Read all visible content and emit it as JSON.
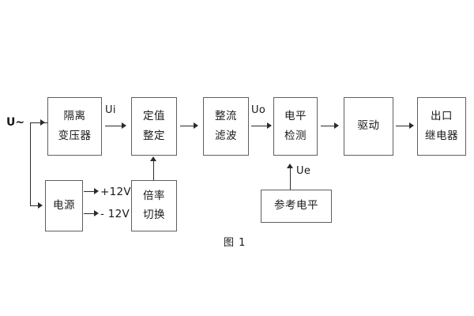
{
  "figure": {
    "caption": "图 1",
    "input_label": "U~"
  },
  "blocks": {
    "isolation_transformer": {
      "line1": "隔离",
      "line2": "变压器"
    },
    "setting_value": {
      "line1": "定值",
      "line2": "整定"
    },
    "rectify_filter": {
      "line1": "整流",
      "line2": "滤波"
    },
    "level_detect": {
      "line1": "电平",
      "line2": "检测"
    },
    "drive": {
      "line1": "驱动"
    },
    "output_relay": {
      "line1": "出口",
      "line2": "继电器"
    },
    "power_supply": {
      "line1": "电源"
    },
    "ratio_switch": {
      "line1": "倍率",
      "line2": "切换"
    },
    "reference_level": {
      "line1": "参考电平"
    }
  },
  "signals": {
    "ui": "Ui",
    "uo": "Uo",
    "ue": "Ue"
  },
  "rails": {
    "positive": "+12V",
    "negative": "- 12V"
  },
  "colors": {
    "block_border": "#5c5f63",
    "line": "#2b2b2b",
    "text": "#1a1a1a",
    "background": "#ffffff"
  }
}
